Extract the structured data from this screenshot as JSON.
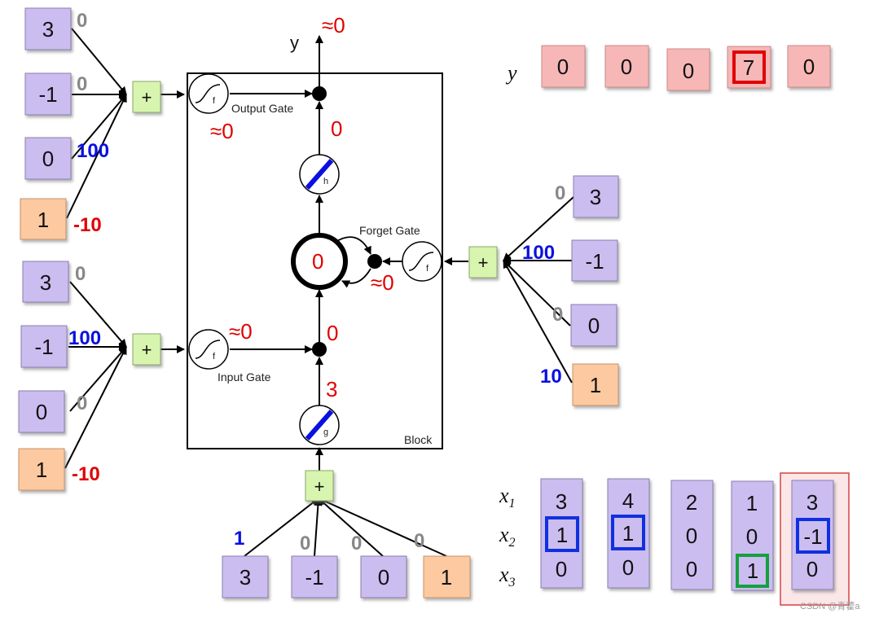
{
  "colors": {
    "purple_box": "#cbbdf0",
    "orange_box": "#fcc9a0",
    "red_box": "#f7b7b7",
    "plus_box": "#d8f5b0",
    "weight_red": "#e00000",
    "weight_gray": "#888888",
    "weight_blue": "#0a10e0",
    "highlight_blue": "#1030e0",
    "highlight_green": "#15a040",
    "highlight_red": "#e00000"
  },
  "plus_symbol": "+",
  "block": {
    "y_label": "y",
    "output_gate": "Output Gate",
    "forget_gate": "Forget Gate",
    "input_gate": "Input Gate",
    "block_label": "Block",
    "h_label": "h",
    "g_label": "g",
    "f_label": "f",
    "cell_value": "0",
    "y_value": "≈0",
    "output_gate_value": "≈0",
    "output_mult_value": "0",
    "forget_gate_value": "≈0",
    "input_gate_value": "≈0",
    "input_mult_value": "0",
    "g_value": "3"
  },
  "output_gate_inputs": {
    "inputs": [
      "3",
      "-1",
      "0",
      "1"
    ],
    "weights": [
      "0",
      "0",
      "100",
      "-10"
    ]
  },
  "input_gate_inputs": {
    "inputs": [
      "3",
      "-1",
      "0",
      "1"
    ],
    "weights": [
      "0",
      "100",
      "0",
      "-10"
    ]
  },
  "forget_gate_inputs": {
    "inputs": [
      "3",
      "-1",
      "0",
      "1"
    ],
    "weights": [
      "0",
      "100",
      "0",
      "10"
    ]
  },
  "cell_inputs": {
    "inputs": [
      "3",
      "-1",
      "0",
      "1"
    ],
    "weights": [
      "1",
      "0",
      "0",
      "0"
    ]
  },
  "y_sequence": {
    "label": "y",
    "values": [
      "0",
      "0",
      "0",
      "7",
      "0"
    ]
  },
  "x_sequence": {
    "labels": [
      "x",
      "x",
      "x"
    ],
    "subscripts": [
      "1",
      "2",
      "3"
    ],
    "columns": [
      [
        "3",
        "1",
        "0"
      ],
      [
        "4",
        "1",
        "0"
      ],
      [
        "2",
        "0",
        "0"
      ],
      [
        "1",
        "0",
        "1"
      ],
      [
        "3",
        "-1",
        "0"
      ]
    ]
  },
  "watermark": "CSDN @青藿a"
}
